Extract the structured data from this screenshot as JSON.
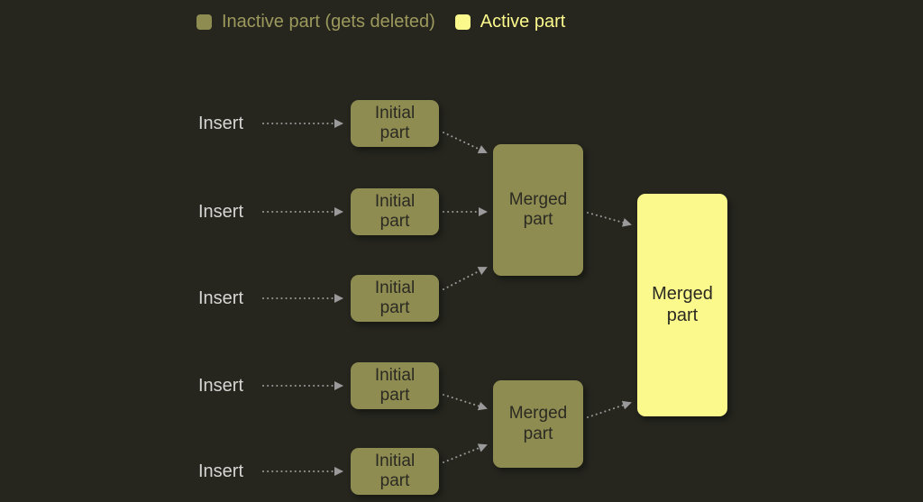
{
  "legend": {
    "inactive": {
      "label": "Inactive part (gets deleted)",
      "color": "#8f8c52"
    },
    "active": {
      "label": "Active part",
      "color": "#fbf98c"
    }
  },
  "diagram": {
    "inserts": [
      {
        "label": "Insert"
      },
      {
        "label": "Insert"
      },
      {
        "label": "Insert"
      },
      {
        "label": "Insert"
      },
      {
        "label": "Insert"
      }
    ],
    "initial_parts": [
      {
        "label": "Initial part",
        "state": "inactive"
      },
      {
        "label": "Initial part",
        "state": "inactive"
      },
      {
        "label": "Initial part",
        "state": "inactive"
      },
      {
        "label": "Initial part",
        "state": "inactive"
      },
      {
        "label": "Initial part",
        "state": "inactive"
      }
    ],
    "merged_parts": [
      {
        "label": "Merged part",
        "state": "inactive"
      },
      {
        "label": "Merged part",
        "state": "inactive"
      },
      {
        "label": "Merged part",
        "state": "active"
      }
    ],
    "edges": [
      {
        "from": "insert-1",
        "to": "initial-part-1"
      },
      {
        "from": "insert-2",
        "to": "initial-part-2"
      },
      {
        "from": "insert-3",
        "to": "initial-part-3"
      },
      {
        "from": "insert-4",
        "to": "initial-part-4"
      },
      {
        "from": "insert-5",
        "to": "initial-part-5"
      },
      {
        "from": "initial-part-1",
        "to": "merged-part-1"
      },
      {
        "from": "initial-part-2",
        "to": "merged-part-1"
      },
      {
        "from": "initial-part-3",
        "to": "merged-part-1"
      },
      {
        "from": "initial-part-4",
        "to": "merged-part-2"
      },
      {
        "from": "initial-part-5",
        "to": "merged-part-2"
      },
      {
        "from": "merged-part-1",
        "to": "merged-part-final"
      },
      {
        "from": "merged-part-2",
        "to": "merged-part-final"
      }
    ]
  },
  "colors": {
    "background": "#26261f",
    "inactive_part": "#8f8c52",
    "active_part": "#fbf98c",
    "arrow": "#9a9a9a",
    "insert_text": "#d6d6d4",
    "box_text": "#2a2a22",
    "legend_inactive_text": "#9c995c",
    "legend_active_text": "#fbf98c"
  }
}
